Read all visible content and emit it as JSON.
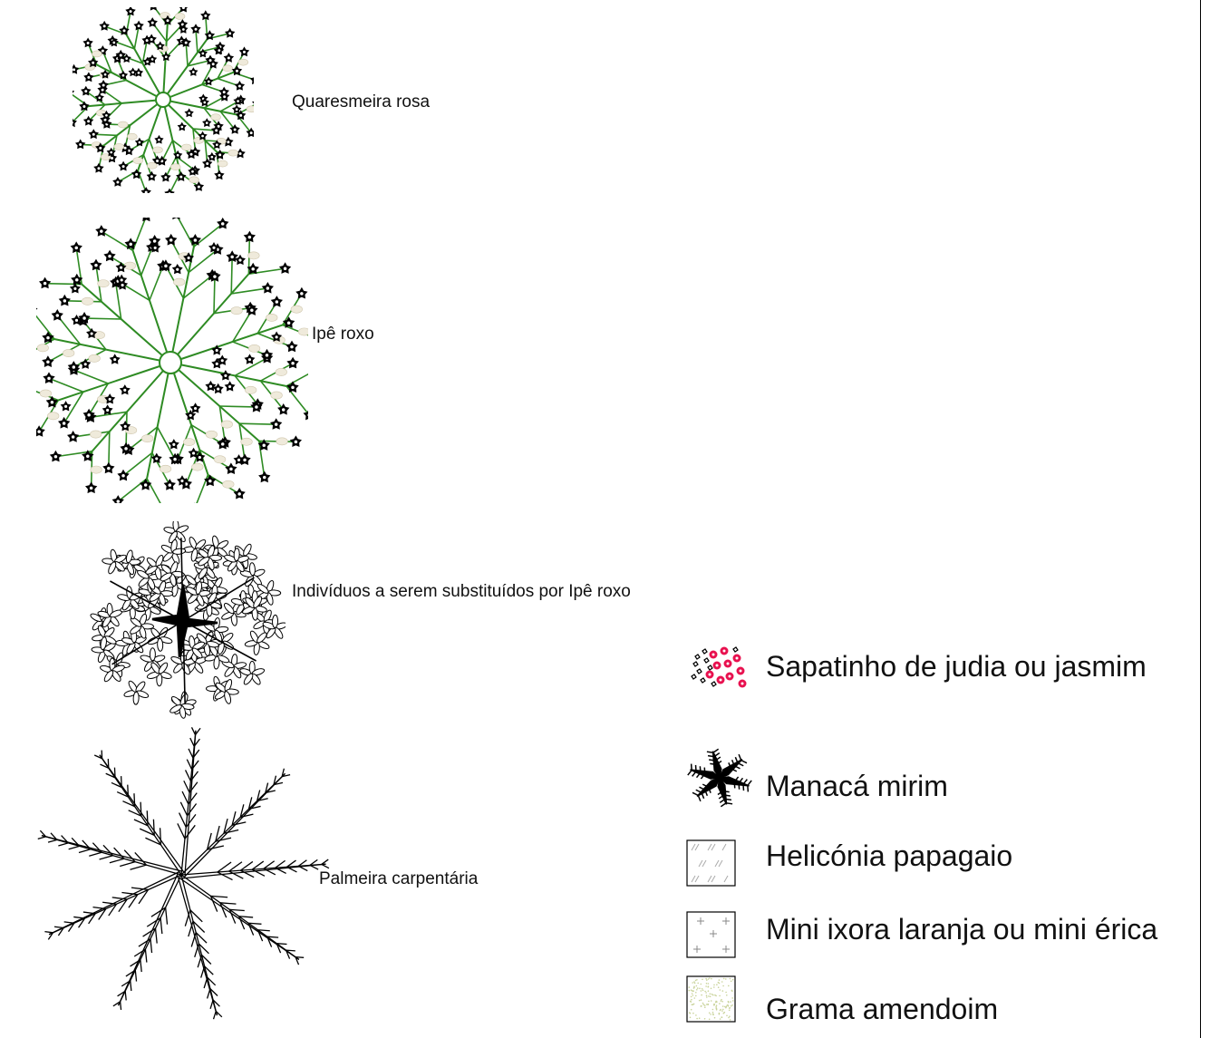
{
  "plants": {
    "quaresmeira": {
      "label": "Quaresmeira rosa"
    },
    "ipe": {
      "label": "Ipê roxo"
    },
    "individuos": {
      "label": "Indivíduos a serem substituídos por Ipê roxo"
    },
    "palmeira": {
      "label": "Palmeira carpentária"
    }
  },
  "legend": {
    "sapatinho": {
      "label": "Sapatinho de judia ou jasmim"
    },
    "manaca": {
      "label": "Manacá mirim"
    },
    "helicónia": {
      "label": "Helicónia papagaio"
    },
    "ixora": {
      "label": "Mini ixora laranja ou mini érica"
    },
    "grama": {
      "label": "Grama amendoim"
    }
  },
  "colors": {
    "branch": "#2e8b23",
    "flower": "#000000",
    "accent": "#e8114f",
    "pale": "#efeadb",
    "grass": "#c9d39a"
  }
}
